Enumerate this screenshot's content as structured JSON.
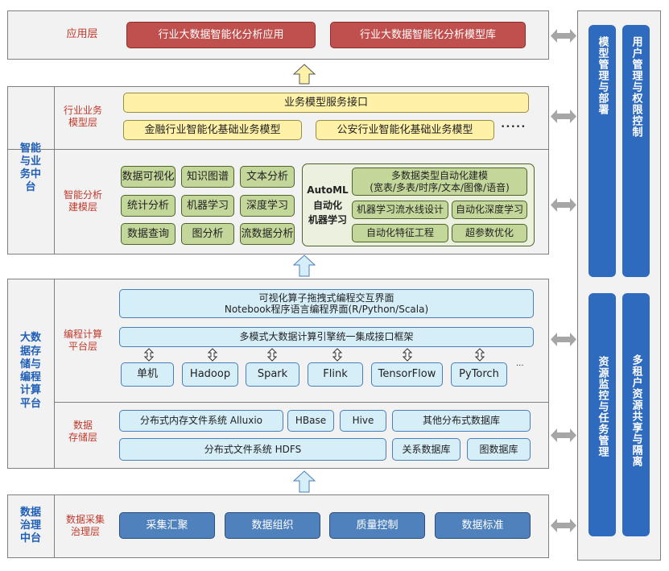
{
  "layers": {
    "app": {
      "label": "应用层",
      "items": [
        "行业大数据智能化分析应用",
        "行业大数据智能化分析模型库"
      ]
    },
    "industry": {
      "label": "行业业务\n模型层",
      "interface": "业务模型服务接口",
      "models": [
        "金融行业智能化基础业务模型",
        "公安行业智能化基础业务模型"
      ],
      "more": "•••••"
    },
    "analysis": {
      "label": "智能分析\n建模层",
      "grid": [
        "数据可视化",
        "知识图谱",
        "文本分析",
        "统计分析",
        "机器学习",
        "深度学习",
        "数据查询",
        "图分析",
        "流数据分析"
      ],
      "automl": {
        "title": "AutoML\n自动化\n机器学习",
        "main": "多数据类型自动化建模\n(宽表/多表/时序/文本/图像/语音)",
        "items": [
          "机器学习流水线设计",
          "自动化深度学习",
          "自动化特征工程",
          "超参数优化"
        ]
      }
    },
    "compute": {
      "label": "编程计算\n平台层",
      "ui": "可视化算子拖拽式编程交互界面\nNotebook程序语言编程界面(R/Python/Scala)",
      "engine": "多模式大数据计算引擎统一集成接口框架",
      "engines": [
        "单机",
        "Hadoop",
        "Spark",
        "Flink",
        "TensorFlow",
        "PyTorch"
      ],
      "more": "..."
    },
    "storage": {
      "label": "数据\n存储层",
      "row1": [
        "分布式内存文件系统 Alluxio",
        "HBase",
        "Hive",
        "其他分布式数据库"
      ],
      "row2": [
        "分布式文件系统 HDFS",
        "关系数据库",
        "图数据库"
      ]
    },
    "governance": {
      "label": "数据采集\n治理层",
      "items": [
        "采集汇聚",
        "数据组织",
        "质量控制",
        "数据标准"
      ]
    }
  },
  "groups": {
    "intelligence": "智能\n与业\n务中\n台",
    "bigdata": "大数\n据存\n储与\n编程\n计算\n平台",
    "governance": "数据\n治理\n中台"
  },
  "right": {
    "model_mgmt": "模型管理与部署",
    "user_mgmt": "用户管理与权限控制",
    "resource_mon": "资源监控与任务管理",
    "multi_tenant": "多租户资源共享与隔离"
  },
  "colors": {
    "app_box": "#c0504d",
    "industry_box": "#fff2a8",
    "analysis_box": "#c4d79b",
    "compute_box": "#d6eef8",
    "governance_box": "#4f81bd",
    "right_bar": "#2e6bbf",
    "red_label": "#c0392b",
    "blue_label": "#1f5fb8"
  }
}
